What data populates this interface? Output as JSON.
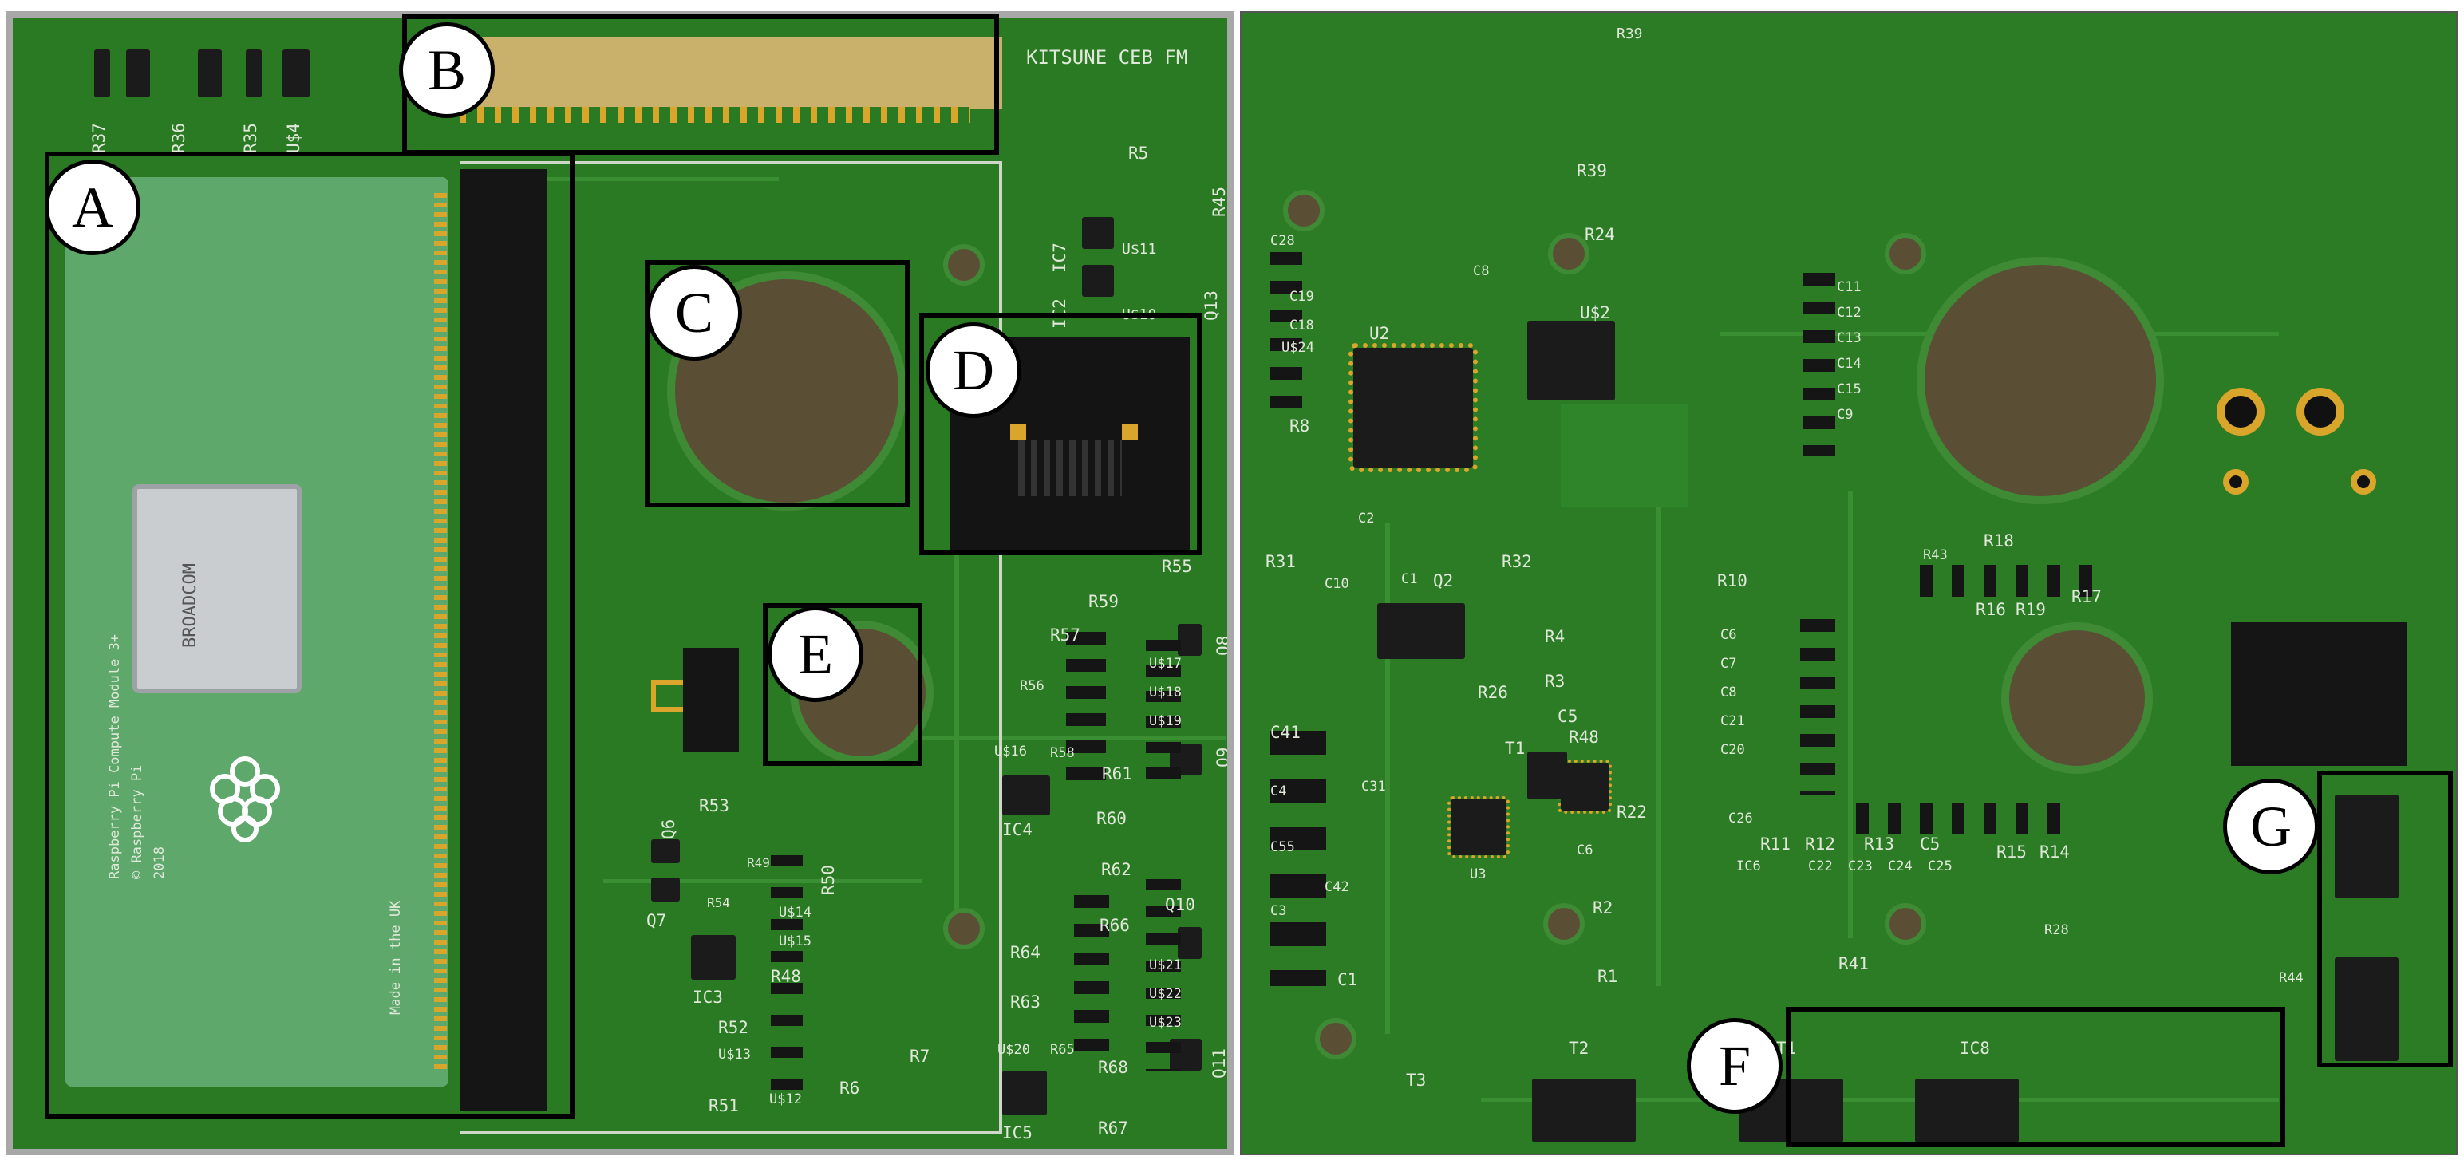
{
  "left_board": {
    "header_text": "KITSUNE CEB FM",
    "module_lines": [
      "Raspberry Pi Compute Module 3+",
      "© Raspberry Pi",
      "2018"
    ],
    "module_side_text": "Made in the UK",
    "chip_text": "BROADCOM",
    "designators": [
      "R37",
      "R36",
      "R35",
      "U$4",
      "R5",
      "R45",
      "IC7",
      "U$11",
      "IC2",
      "U$10",
      "Q13",
      "R59",
      "R57",
      "R56",
      "U$17",
      "U$18",
      "U$19",
      "Q8",
      "Q9",
      "U$16",
      "R58",
      "R61",
      "IC4",
      "R60",
      "R55",
      "Q6",
      "R53",
      "R49",
      "R54",
      "R50",
      "Q7",
      "U$14",
      "U$15",
      "R48",
      "IC3",
      "R52",
      "U$13",
      "U$12",
      "R51",
      "R6",
      "R7",
      "IC5",
      "R67",
      "R62",
      "Q10",
      "R66",
      "R64",
      "U$21",
      "U$22",
      "R63",
      "U$23",
      "U$20",
      "R65",
      "R68",
      "Q11"
    ]
  },
  "right_board": {
    "designators": [
      "R39",
      "R24",
      "C28",
      "C19",
      "C18",
      "U$24",
      "R8",
      "U2",
      "U$2",
      "C8",
      "C11",
      "C12",
      "C13",
      "C14",
      "C15",
      "C9",
      "R31",
      "C2",
      "C10",
      "C1",
      "Q2",
      "R32",
      "R4",
      "R3",
      "R26",
      "R48",
      "C41",
      "C4",
      "C31",
      "C55",
      "C3",
      "C42",
      "U3",
      "T1",
      "C5",
      "R22",
      "C6",
      "C1",
      "R2",
      "R1",
      "R18",
      "R16",
      "R19",
      "R17",
      "R43",
      "R14",
      "R15",
      "R10",
      "R11",
      "R12",
      "R13",
      "C5",
      "C6",
      "C7",
      "C8",
      "C21",
      "C20",
      "C26",
      "C25",
      "C24",
      "C23",
      "C22",
      "IC6",
      "R41",
      "R44",
      "R28",
      "T3",
      "T2",
      "T1",
      "IC8"
    ]
  },
  "labels": [
    "A",
    "B",
    "C",
    "D",
    "E",
    "F",
    "G"
  ]
}
